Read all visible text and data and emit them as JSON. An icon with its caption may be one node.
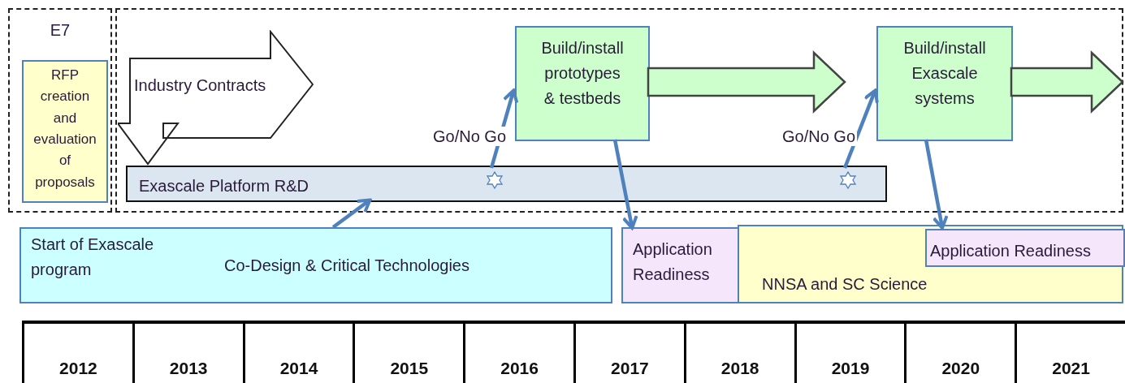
{
  "diagram": {
    "nodes": [
      {
        "text": [
          "E7"
        ]
      },
      {
        "text": [
          "RFP creation and evaluation of proposals"
        ],
        "in": 0
      },
      {
        "text": [],
        "shape": "box"
      },
      {
        "text": [
          "Industry Contracts"
        ],
        "in": 2
      },
      {
        "text": [
          "Build/install prototypes & testbeds"
        ],
        "in": 2
      },
      {
        "text": [
          "Build/install Exascale systems"
        ],
        "in": 2
      },
      {
        "text": [
          "Exascale Platform R&D"
        ],
        "in": 2
      },
      {
        "text": [
          "Start of Exascale program",
          "Co-Design & Critical Technologies"
        ]
      },
      {
        "text": [
          "Application Readiness"
        ]
      },
      {
        "text": [
          "NNSA and SC Science"
        ]
      },
      {
        "text": [
          "Application Readiness"
        ],
        "in": 9
      },
      {
        "text": [],
        "shape": "star",
        "in": 6
      },
      {
        "text": [],
        "shape": "star",
        "in": 6
      }
    ],
    "edges": [
      {
        "from": 11,
        "to": 4,
        "arrow": "to",
        "label": "Go/No Go"
      },
      {
        "from": 12,
        "to": 5,
        "arrow": "to",
        "label": "Go/No Go"
      },
      {
        "from": 4,
        "to": null,
        "arrow": "to",
        "style": "thick",
        "color": "#ccffcc"
      },
      {
        "from": 5,
        "to": null,
        "arrow": "to",
        "style": "thick",
        "color": "#ccffcc"
      },
      {
        "from": 7,
        "to": 6,
        "arrow": "to"
      },
      {
        "from": 4,
        "to": 8,
        "arrow": "to"
      },
      {
        "from": 5,
        "to": 10,
        "arrow": "to"
      }
    ],
    "labels": [
      "2012",
      "2013",
      "2014",
      "2015",
      "2016",
      "2017",
      "2018",
      "2019",
      "2020",
      "2021"
    ]
  }
}
